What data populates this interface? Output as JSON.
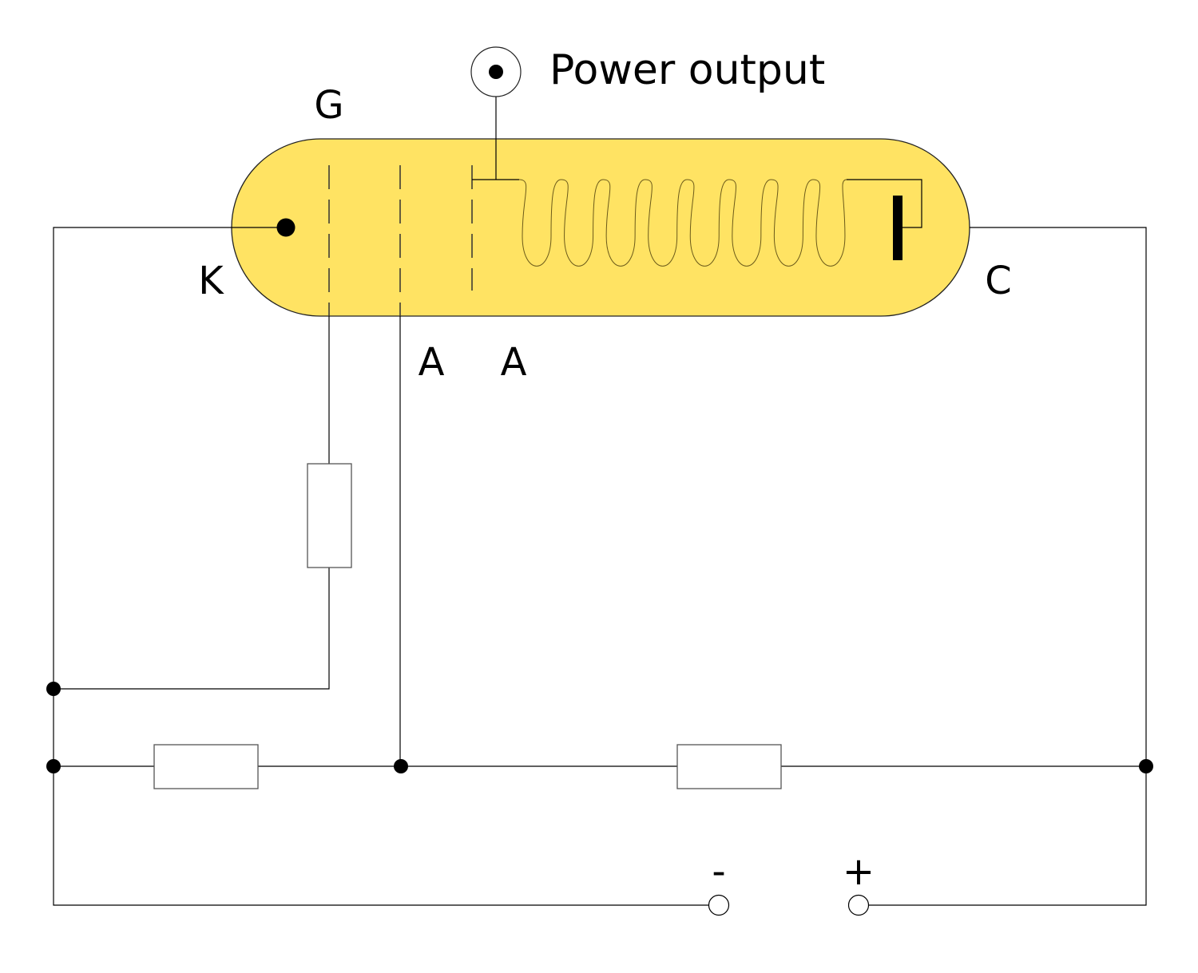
{
  "diagram": {
    "title": "Traveling-wave tube circuit",
    "tube_color": "#ffe363",
    "labels": {
      "power_output": "Power output",
      "grid": "G",
      "cathode": "K",
      "collector": "C",
      "anode_1": "A",
      "anode_2": "A",
      "minus_terminal": "-",
      "plus_terminal": "+"
    },
    "components": [
      {
        "id": "cathode",
        "label": "K"
      },
      {
        "id": "grid",
        "label": "G"
      },
      {
        "id": "anode-1",
        "label": "A"
      },
      {
        "id": "anode-2",
        "label": "A"
      },
      {
        "id": "helix",
        "turns": 8
      },
      {
        "id": "collector",
        "label": "C"
      },
      {
        "id": "resistor-grid"
      },
      {
        "id": "resistor-left"
      },
      {
        "id": "resistor-right"
      },
      {
        "id": "power-output-connector",
        "label": "Power output"
      },
      {
        "id": "supply-minus",
        "label": "-"
      },
      {
        "id": "supply-plus",
        "label": "+"
      }
    ]
  }
}
